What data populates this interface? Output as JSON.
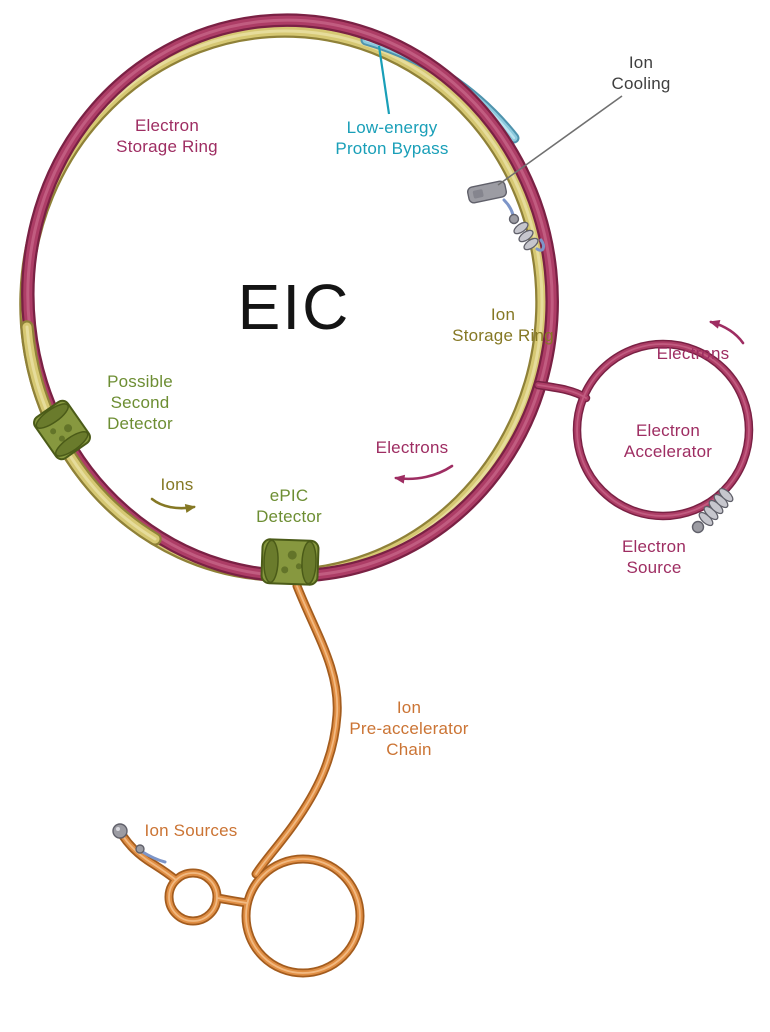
{
  "title": "EIC",
  "labels": {
    "electron_storage_ring": [
      "Electron",
      "Storage Ring"
    ],
    "low_energy_proton_bypass": [
      "Low-energy",
      "Proton Bypass"
    ],
    "ion_cooling": [
      "Ion",
      "Cooling"
    ],
    "ion_storage_ring": [
      "Ion",
      "Storage Ring"
    ],
    "possible_second_detector": [
      "Possible",
      "Second",
      "Detector"
    ],
    "ions": "Ions",
    "electrons_storage": "Electrons",
    "epic_detector": [
      "ePIC",
      "Detector"
    ],
    "electrons_accelerator": "Electrons",
    "electron_accelerator": [
      "Electron",
      "Accelerator"
    ],
    "electron_source": [
      "Electron",
      "Source"
    ],
    "ion_preaccelerator_chain": [
      "Ion",
      "Pre-accelerator",
      "Chain"
    ],
    "ion_sources": "Ion Sources"
  },
  "colors": {
    "electron_ring_dark": "#7a2144",
    "electron_ring": "#ad3d66",
    "electron_ring_hi": "#cc6d8f",
    "ion_ring_dark": "#8f8138",
    "ion_ring": "#d6c873",
    "ion_ring_hi": "#eae1a5",
    "bypass_dark": "#4f93ad",
    "bypass": "#8ccade",
    "bypass_hi": "#c6e8f2",
    "chain_dark": "#a35c1e",
    "chain": "#e08e44",
    "chain_hi": "#f4c18c",
    "magenta_text": "#9e2d62",
    "teal_text": "#199fb8",
    "olive_text": "#857824",
    "green_text": "#6d8e33",
    "orange_text": "#cb7434",
    "gray_text": "#3f3f3f",
    "title_color": "#141414",
    "leader_gray": "#707070",
    "wire_blue": "#7d95c8",
    "device_gray": "#9c9ca3",
    "device_gray_dark": "#60606a",
    "device_gray_hi": "#c6c6cd",
    "detector_body": "#87983f",
    "detector_cap": "#6a7b2c",
    "detector_edge": "#4b5b18",
    "detector_blotch": "#3f4f14"
  }
}
